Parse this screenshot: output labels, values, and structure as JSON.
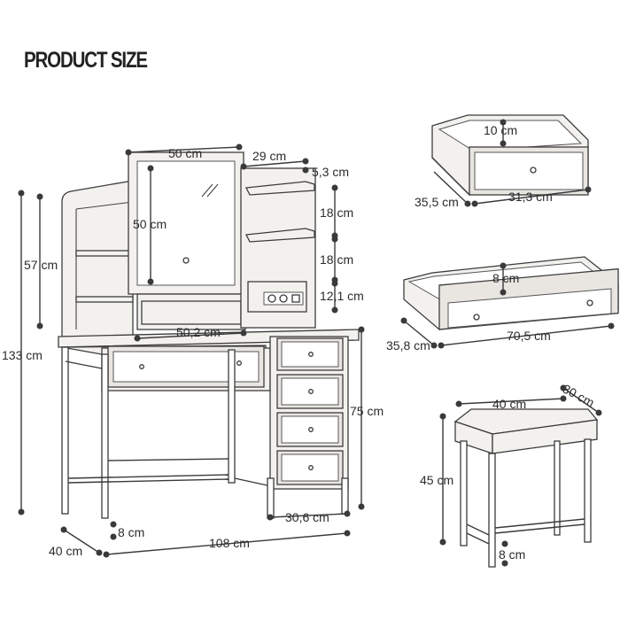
{
  "title": "PRODUCT SIZE",
  "vanity": {
    "mirror_width": "50 cm",
    "mirror_height": "50 cm",
    "shelf_width": "29 cm",
    "top_shelf_gap": "5,3 cm",
    "shelf_gap_1": "18 cm",
    "shelf_gap_2": "18 cm",
    "outlet_height": "12,1 cm",
    "hutch_height": "57 cm",
    "total_height": "133 cm",
    "hutch_base_width": "50,2 cm",
    "desk_height": "75 cm",
    "drawer_unit_width": "30,6 cm",
    "leg_size": "8 cm",
    "depth": "40 cm",
    "total_width": "108 cm"
  },
  "small_drawer": {
    "height": "10 cm",
    "depth": "35,5 cm",
    "width": "31,3 cm"
  },
  "large_drawer": {
    "height": "8 cm",
    "depth": "35,8 cm",
    "width": "70,5 cm"
  },
  "stool": {
    "width": "40 cm",
    "depth": "30 cm",
    "height": "45 cm",
    "leg_size": "8 cm"
  }
}
